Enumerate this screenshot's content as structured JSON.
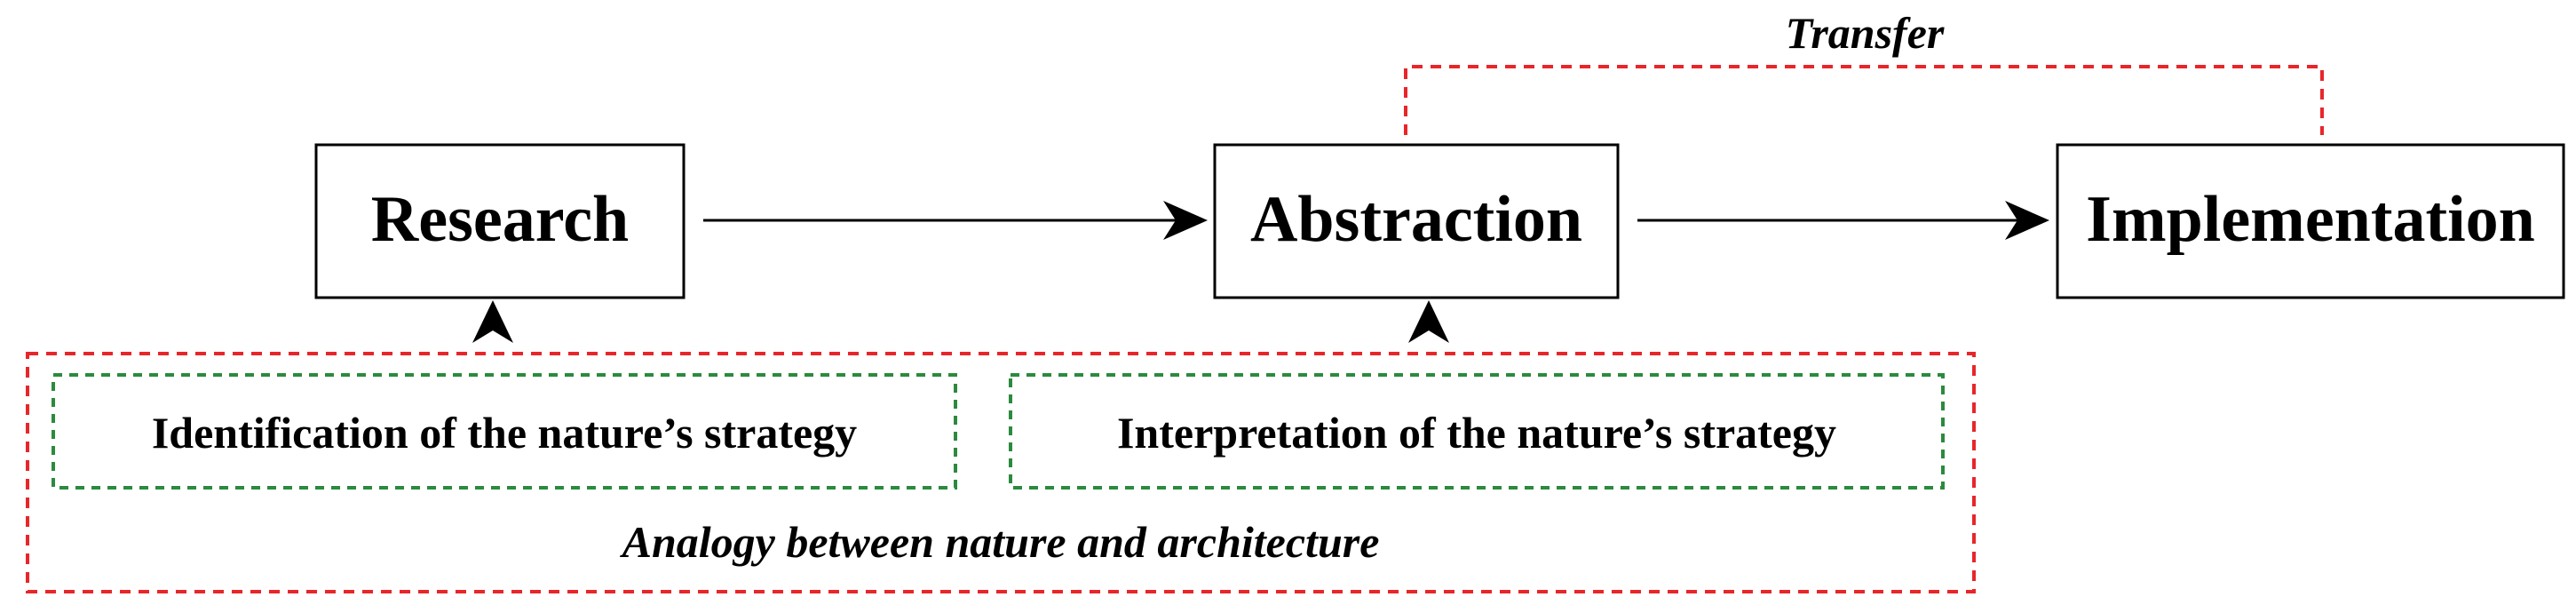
{
  "diagram": {
    "nodes": {
      "research": "Research",
      "abstraction": "Abstraction",
      "implementation": "Implementation"
    },
    "transfer_label": "Transfer",
    "analogy_label": "Analogy between nature and architecture",
    "strategies": {
      "identification": "Identification of the nature’s strategy",
      "interpretation": "Interpretation of the nature’s strategy"
    },
    "colors": {
      "node_border": "#000000",
      "arrow": "#000000",
      "outer_dashed": "#e8262a",
      "inner_dashed": "#2b8a3e"
    }
  }
}
